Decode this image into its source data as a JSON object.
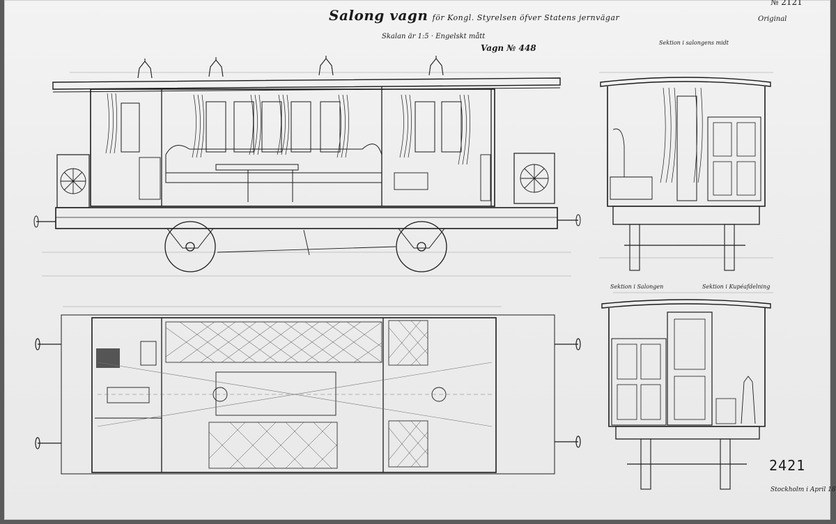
{
  "sheet": {
    "title_main": "Salong vagn",
    "title_rest": "för Kongl. Styrelsen öfver Statens jernvägar",
    "scale": "Skalan är 1:5 · Engelskt mått",
    "wagon_no": "Vagn № 448",
    "doc_no": "№ 2121",
    "original_note": "Original",
    "drawing_number": "2421",
    "signature": "Stockholm i April 18…"
  },
  "views": {
    "end_view_top_label": "Sektion i salongens midt",
    "end_view_bottom_left_label": "Sektion i Salongen",
    "end_view_bottom_right_label": "Sektion i Kupéafdelning"
  },
  "colors": {
    "paper": "#efefef",
    "ink": "#1a1a1a",
    "background": "#5b5b5b"
  }
}
